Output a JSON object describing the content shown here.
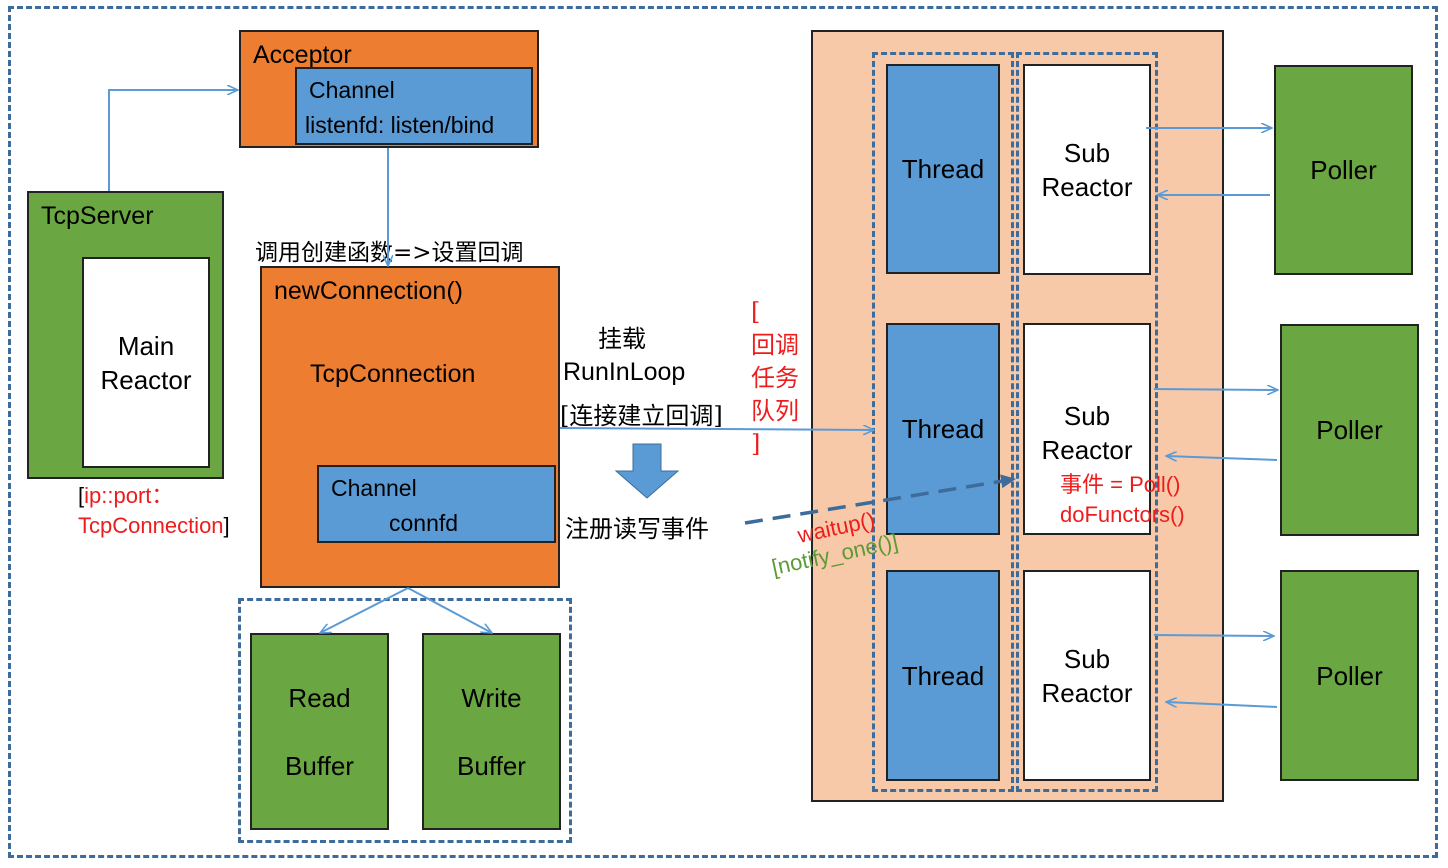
{
  "acceptor": {
    "title": "Acceptor",
    "channel": "Channel",
    "listen": "listenfd: listen/bind"
  },
  "tcpserver": {
    "title": "TcpServer",
    "main_line1": "Main",
    "main_line2": "Reactor"
  },
  "mapping": {
    "prefix": "[",
    "ipport": "ip::port：",
    "conn": "TcpConnection",
    "suffix": "]"
  },
  "callback_label": "调用创建函数=>设置回调",
  "newconn": {
    "title": "newConnection()",
    "tcpconn": "TcpConnection",
    "channel": "Channel",
    "connfd": "connfd"
  },
  "buffers": {
    "read_line1": "Read",
    "read_line2": "Buffer",
    "write_line1": "Write",
    "write_line2": "Buffer"
  },
  "mount": {
    "line1": "挂载",
    "line2": "RunInLoop",
    "line3": "[连接建立回调]"
  },
  "register": "注册读写事件",
  "queue": {
    "open": "[",
    "line1": "回调",
    "line2": "任务",
    "line3": "队列",
    "close": "]"
  },
  "wakeup": {
    "line1": "waitup()",
    "line2": "[notify_one()]"
  },
  "threads": [
    {
      "thread": "Thread",
      "sub1": "Sub",
      "sub2": "Reactor",
      "poller": "Poller"
    },
    {
      "thread": "Thread",
      "sub1": "Sub",
      "sub2": "Reactor",
      "poller": "Poller"
    },
    {
      "thread": "Thread",
      "sub1": "Sub",
      "sub2": "Reactor",
      "poller": "Poller"
    }
  ],
  "loop_note": {
    "line1": "事件 = Poll()",
    "line2": "doFunctors()"
  },
  "colors": {
    "orange": "#ec7d31",
    "blue": "#5b9bd5",
    "green": "#6aa642",
    "peach": "#f7c9a9",
    "dash": "#3d6c9a",
    "red": "#ee1c1c",
    "arrow": "#5b9bd5"
  }
}
